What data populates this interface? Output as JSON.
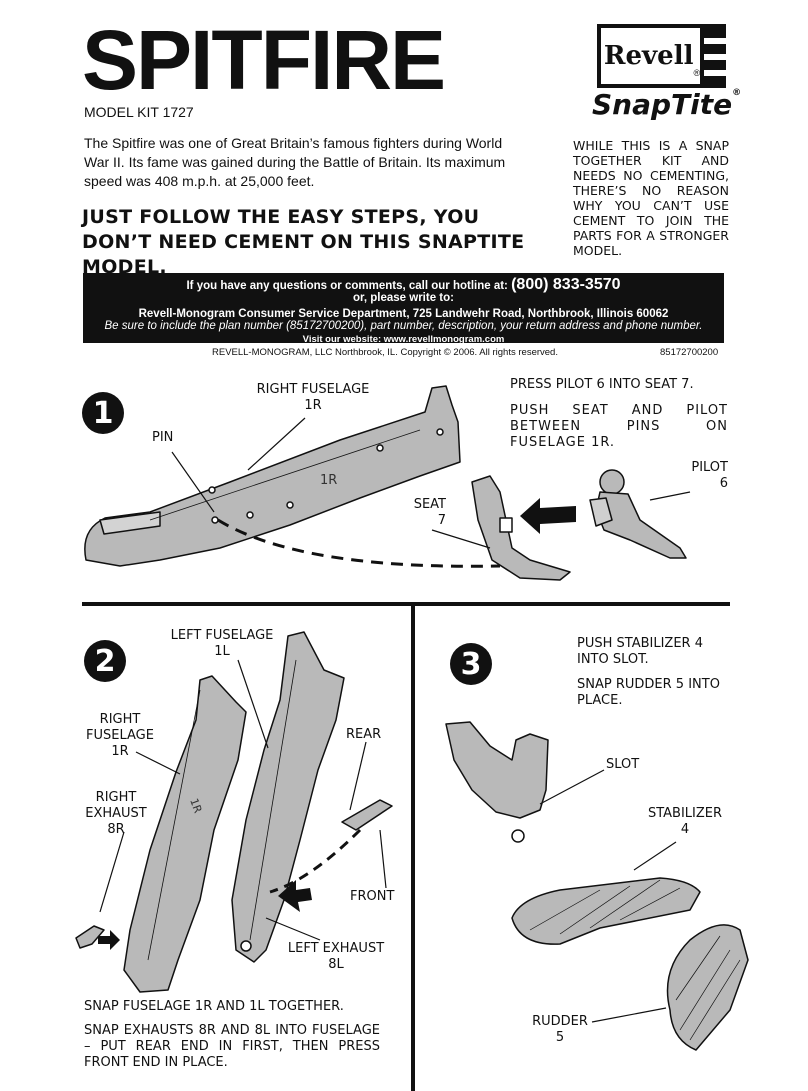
{
  "header": {
    "title": "SPITFIRE",
    "kit": "MODEL KIT 1727",
    "intro": "The Spitfire was one of Great Britain’s famous fighters during World War II. Its fame was gained during the Battle of Britain. Its maximum speed was 408 m.p.h. at 25,000 feet.",
    "easy_steps": "JUST FOLLOW THE EASY STEPS, YOU DON’T NEED CEMENT ON THIS SNAPTITE MODEL.",
    "cement_note": "WHILE THIS IS A SNAP TOGETHER KIT AND NEEDS NO CEMENTING, THERE’S NO REASON WHY YOU CAN’T USE CEMENT TO JOIN THE PARTS FOR A STRONGER MODEL.",
    "brand": "Revell",
    "brand_mark": "®",
    "sub_brand": "SnapTite",
    "sub_brand_mark": "®"
  },
  "hotline": {
    "line1": "If you have any questions or comments, call our hotline at:",
    "phone": "(800) 833-3570",
    "line2": "or, please write to:",
    "line3": "Revell-Monogram Consumer Service Department, 725 Landwehr Road, Northbrook, Illinois 60062",
    "line4": "Be sure to include the plan number (85172700200), part number, description, your return address and phone number.",
    "line5": "Visit our website: www.revellmonogram.com"
  },
  "footer": {
    "copyright": "REVELL-MONOGRAM, LLC Northbrook, IL. Copyright © 2006.  All rights reserved.",
    "plan_number": "85172700200"
  },
  "step1": {
    "number": "1",
    "label_right_fuselage": "RIGHT FUSELAGE",
    "label_right_fuselage_part": "1R",
    "label_pin": "PIN",
    "label_seat": "SEAT",
    "label_seat_part": "7",
    "label_pilot": "PILOT",
    "label_pilot_part": "6",
    "part_marking": "1R",
    "instruction_a": "PRESS PILOT 6 INTO SEAT 7.",
    "instruction_b": "PUSH SEAT AND PILOT BETWEEN PINS ON FUSELAGE 1R."
  },
  "step2": {
    "number": "2",
    "label_left_fuselage": "LEFT FUSELAGE",
    "label_left_fuselage_part": "1L",
    "label_right_fuselage": "RIGHT FUSELAGE",
    "label_right_fuselage_part": "1R",
    "label_right_exhaust": "RIGHT EXHAUST",
    "label_right_exhaust_part": "8R",
    "label_rear": "REAR",
    "label_front": "FRONT",
    "label_left_exhaust": "LEFT EXHAUST",
    "label_left_exhaust_part": "8L",
    "part_marking": "1R",
    "instruction_a": "SNAP FUSELAGE 1R AND 1L TOGETHER.",
    "instruction_b": "SNAP EXHAUSTS 8R AND 8L INTO FUSELAGE –   PUT REAR END IN FIRST, THEN PRESS FRONT END IN PLACE."
  },
  "step3": {
    "number": "3",
    "instruction_a": "PUSH STABILIZER 4 INTO SLOT.",
    "instruction_b": "SNAP RUDDER 5 INTO PLACE.",
    "label_slot": "SLOT",
    "label_stabilizer": "STABILIZER",
    "label_stabilizer_part": "4",
    "label_rudder": "RUDDER",
    "label_rudder_part": "5"
  },
  "colors": {
    "ink": "#111111",
    "part_fill": "#b9b9b9",
    "paper": "#ffffff"
  }
}
